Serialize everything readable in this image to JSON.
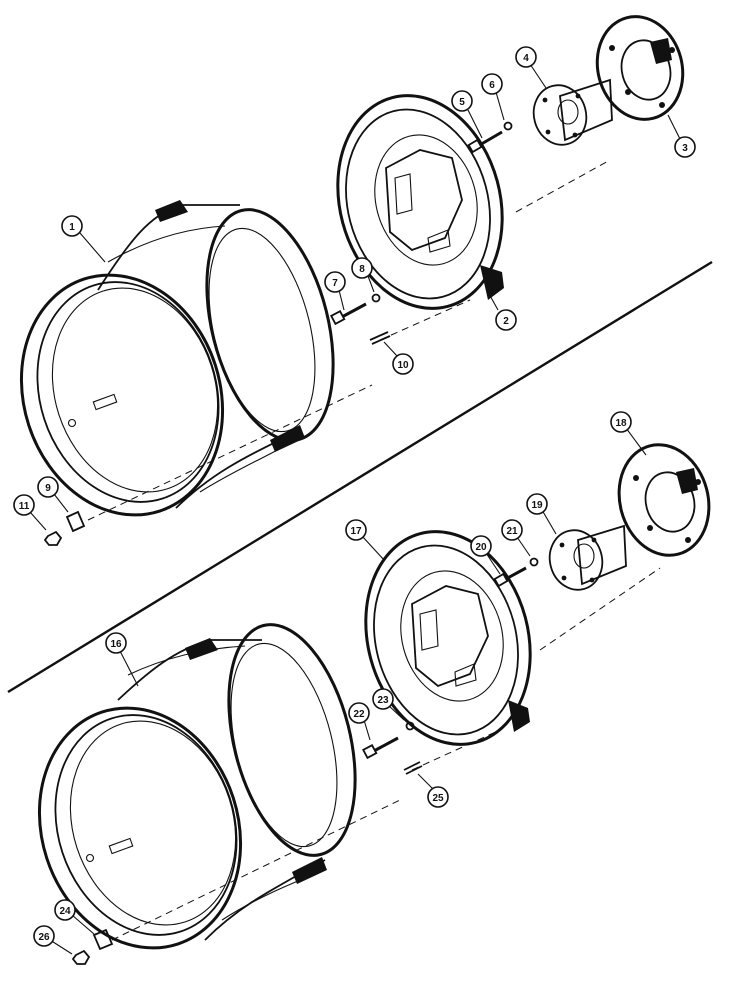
{
  "callouts": {
    "c1": "1",
    "c2": "2",
    "c3": "3",
    "c4": "4",
    "c5": "5",
    "c6": "6",
    "c7": "7",
    "c8": "8",
    "c9": "9",
    "c10": "10",
    "c11": "11",
    "c16": "16",
    "c17": "17",
    "c18": "18",
    "c19": "19",
    "c20": "20",
    "c21": "21",
    "c22": "22",
    "c23": "23",
    "c24": "24",
    "c25": "25",
    "c26": "26"
  }
}
